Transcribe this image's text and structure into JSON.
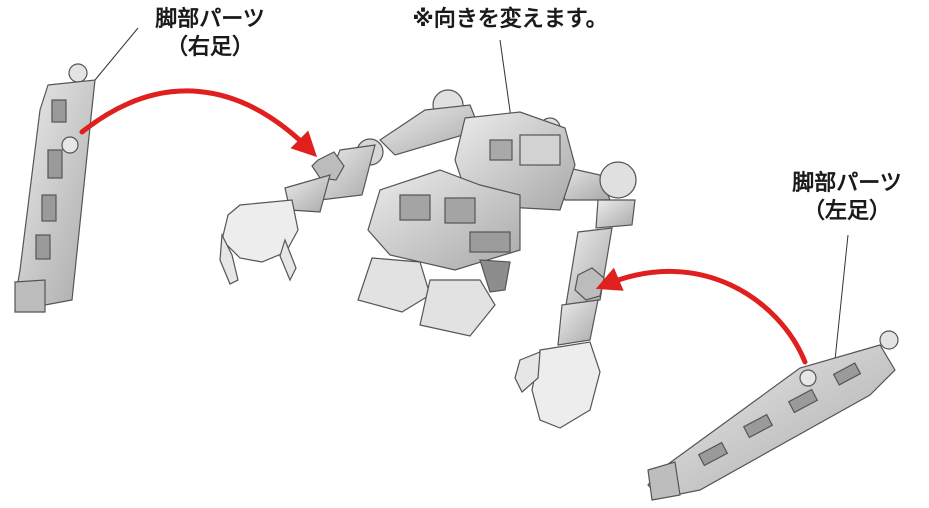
{
  "labels": {
    "right_leg": {
      "line1": "脚部パーツ",
      "line2": "（右足）"
    },
    "note": "※向きを変えます。",
    "left_leg": {
      "line1": "脚部パーツ",
      "line2": "（左足）"
    }
  },
  "colors": {
    "part_fill": "#cfcfcf",
    "part_light": "#e6e6e6",
    "part_shadow": "#9a9a9a",
    "outline": "#555555",
    "arrow": "#e01f1f",
    "text": "#1a1a1a"
  }
}
